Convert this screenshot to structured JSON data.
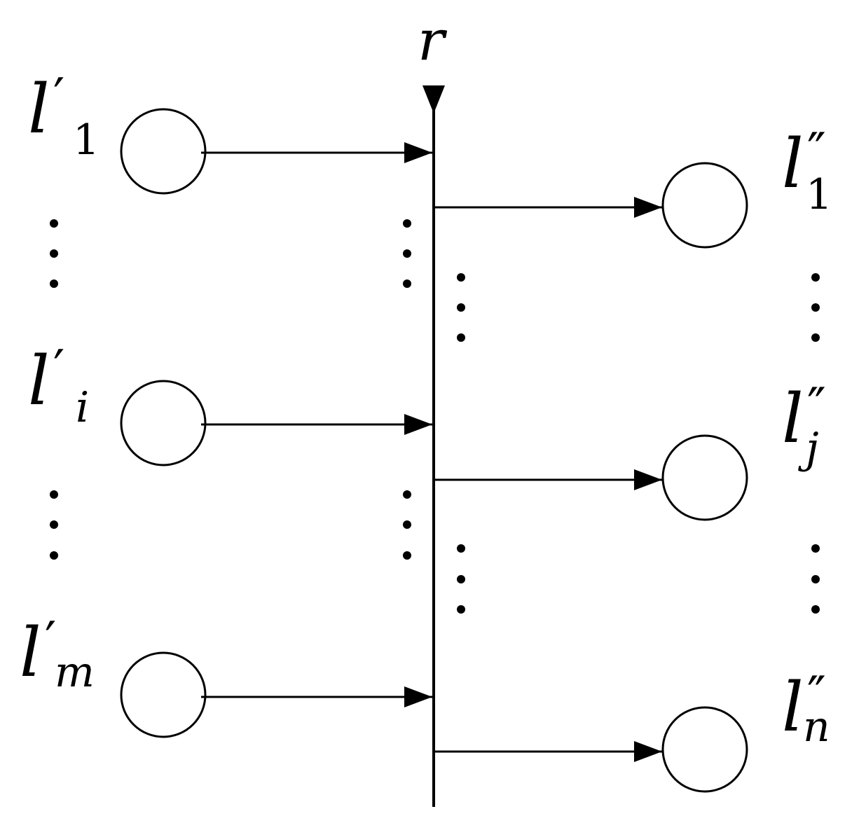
{
  "diagram": {
    "bus_label": "r",
    "left_nodes": [
      {
        "base": "l",
        "prime": "′",
        "sub": "1",
        "sub_is_number": true
      },
      {
        "base": "l",
        "prime": "′",
        "sub": "i",
        "sub_is_number": false
      },
      {
        "base": "l",
        "prime": "′",
        "sub": "m",
        "sub_is_number": false
      }
    ],
    "right_nodes": [
      {
        "base": "l",
        "prime": "″",
        "sub": "1",
        "sub_is_number": true
      },
      {
        "base": "l",
        "prime": "″",
        "sub": "j",
        "sub_is_number": false
      },
      {
        "base": "l",
        "prime": "″",
        "sub": "n",
        "sub_is_number": false
      }
    ],
    "line_color": "#000000",
    "background": "#ffffff"
  }
}
